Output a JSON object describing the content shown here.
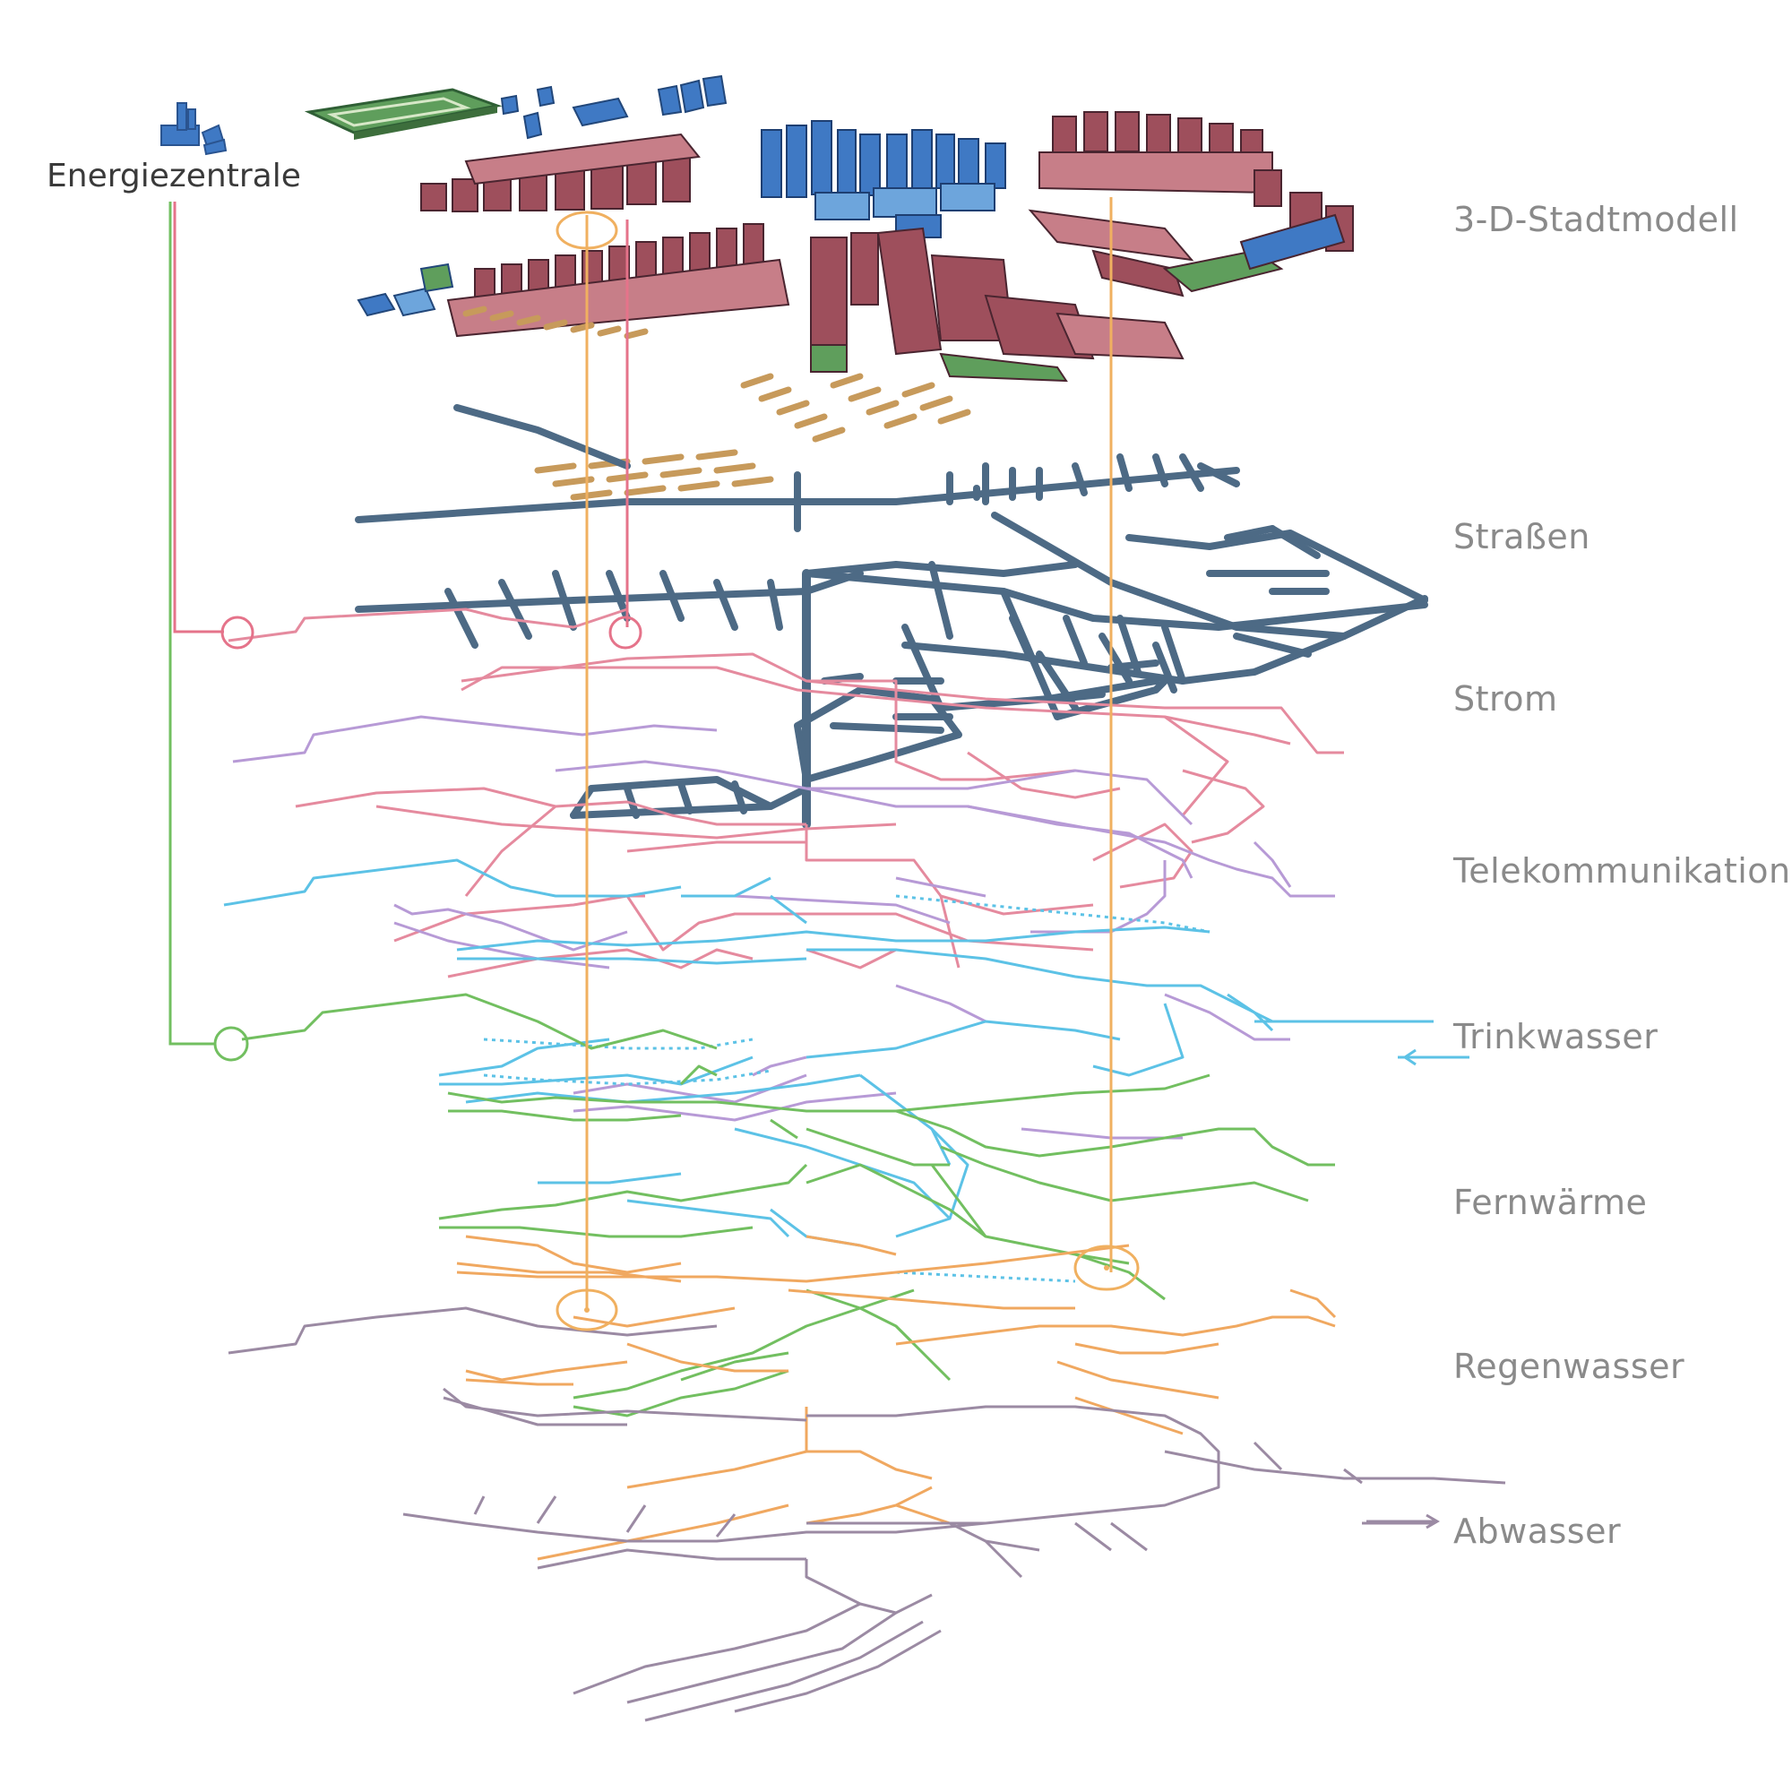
{
  "energy_central": {
    "label": "Energiezentrale",
    "icon": "factory-icon",
    "color": "#4f86c6"
  },
  "layers": [
    {
      "key": "city_model",
      "label": "3-D-Stadtmodell",
      "color": "#9e4f5c"
    },
    {
      "key": "streets",
      "label": "Straßen",
      "color": "#4d6a85"
    },
    {
      "key": "power",
      "label": "Strom",
      "color": "#e58a9e"
    },
    {
      "key": "telecom",
      "label": "Telekommunikation",
      "color": "#b79ad6"
    },
    {
      "key": "drinking_water",
      "label": "Trinkwasser",
      "color": "#5cc2e6"
    },
    {
      "key": "district_heating",
      "label": "Fernwärme",
      "color": "#72bf60"
    },
    {
      "key": "rainwater",
      "label": "Regenwasser",
      "color": "#f0a860"
    },
    {
      "key": "sewage",
      "label": "Abwasser",
      "color": "#9b8aa3"
    }
  ],
  "colors": {
    "building_red": "#9e4f5c",
    "building_blue": "#3f79c4",
    "building_green": "#5f9e5c",
    "parcel_tan": "#c79a5b",
    "connector_orange": "#f0b060",
    "connector_red": "#e5738a",
    "connector_green": "#72bf60"
  }
}
